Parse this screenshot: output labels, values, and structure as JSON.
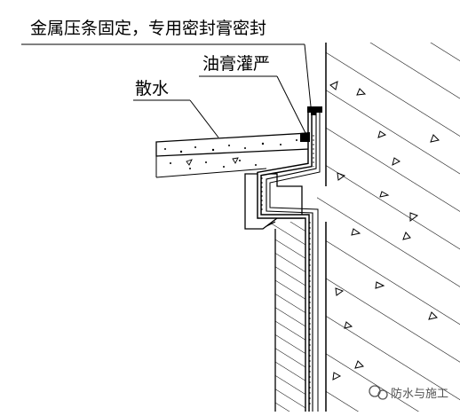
{
  "labels": {
    "metal_strip": "金属压条固定，专用密封膏密封",
    "ointment_fill": "油膏灌严",
    "apron": "散水"
  },
  "watermark": {
    "icon": "wechat-icon",
    "text": "防水与施工"
  },
  "colors": {
    "line": "#000000",
    "background": "#ffffff",
    "watermark": "#555555"
  }
}
